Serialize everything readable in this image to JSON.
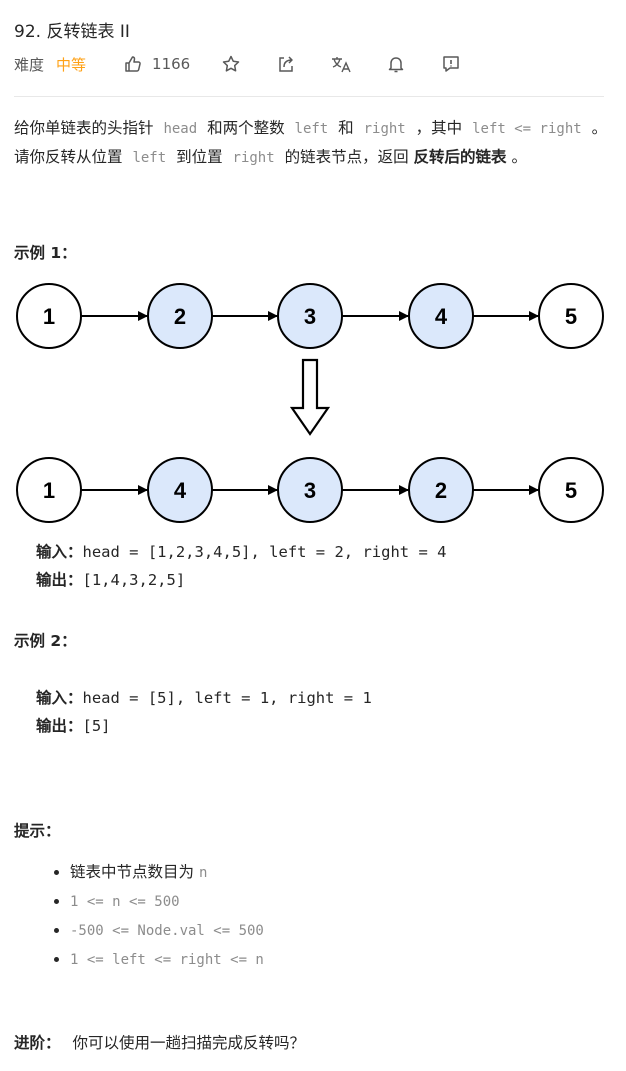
{
  "problem": {
    "title": "92. 反转链表 II",
    "difficulty_label": "难度",
    "difficulty_value": "中等",
    "likes": "1166",
    "colors": {
      "difficulty": "#ffa116",
      "node_highlight": "#dbe8fb"
    }
  },
  "description": {
    "p1": "给你单链表的头指针 ",
    "head": "head",
    "p2": " 和两个整数 ",
    "left": "left",
    "p3": " 和 ",
    "right": "right",
    "p4": " ，其中 ",
    "cond": "left <= right",
    "p5": " 。请你反转从位置 ",
    "left2": "left",
    "p6": " 到位置 ",
    "right2": "right",
    "p7": " 的链表节点，返回 ",
    "bold": "反转后的链表",
    "p8": " 。"
  },
  "example1": {
    "heading": "示例 1：",
    "list_before": [
      "1",
      "2",
      "3",
      "4",
      "5"
    ],
    "list_after": [
      "1",
      "4",
      "3",
      "2",
      "5"
    ],
    "highlighted_before": [
      false,
      true,
      true,
      true,
      false
    ],
    "highlighted_after": [
      false,
      true,
      true,
      true,
      false
    ],
    "input_label": "输入：",
    "input": "head = [1,2,3,4,5], left = 2, right = 4",
    "output_label": "输出：",
    "output": "[1,4,3,2,5]"
  },
  "example2": {
    "heading": "示例 2：",
    "input_label": "输入：",
    "input": "head = [5], left = 1, right = 1",
    "output_label": "输出：",
    "output": "[5]"
  },
  "constraints": {
    "heading": "提示：",
    "items": [
      {
        "text": "链表中节点数目为 ",
        "code": "n"
      },
      {
        "text": "",
        "code": "1 <= n <= 500"
      },
      {
        "text": "",
        "code": "-500 <= Node.val <= 500"
      },
      {
        "text": "",
        "code": "1 <= left <= right <= n"
      }
    ]
  },
  "followup": {
    "label": "进阶：",
    "text": "你可以使用一趟扫描完成反转吗？"
  }
}
